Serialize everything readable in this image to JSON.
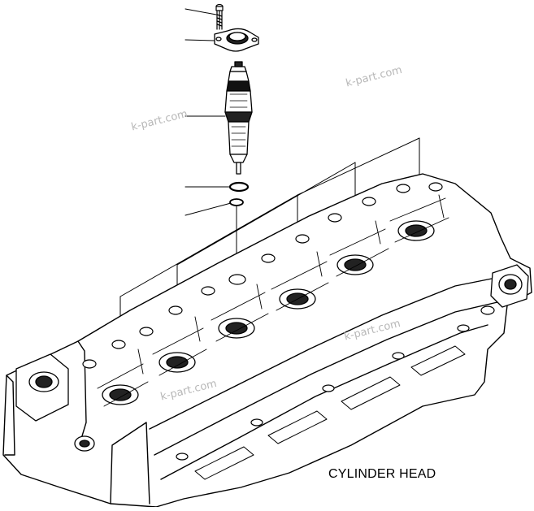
{
  "diagram": {
    "caption": "CYLINDER HEAD",
    "watermark": "k-part.com",
    "parts": [
      {
        "name": "bolt"
      },
      {
        "name": "clamp"
      },
      {
        "name": "injector"
      },
      {
        "name": "o-ring"
      },
      {
        "name": "seal-ring"
      }
    ]
  }
}
